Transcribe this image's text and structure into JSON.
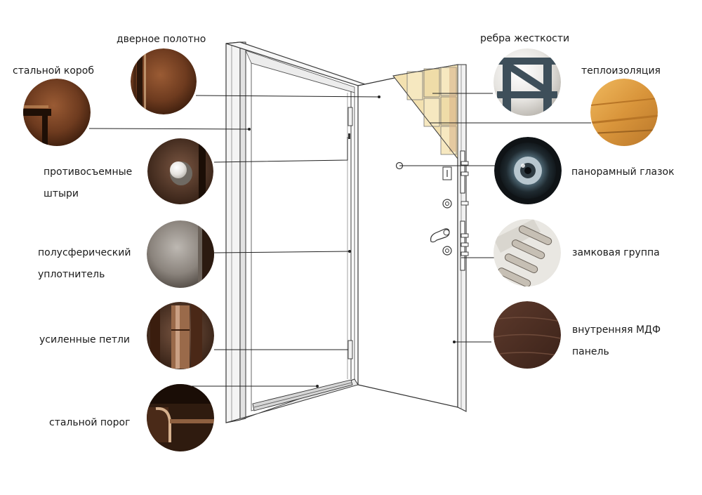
{
  "diagram": {
    "labels": {
      "door_leaf": "дверное полотно",
      "steel_frame": "стальной короб",
      "anti_removal_pins_1": "противосъемные",
      "anti_removal_pins_2": "штыри",
      "semi_spherical_seal_1": "полусферический",
      "semi_spherical_seal_2": "уплотнитель",
      "reinforced_hinges": "усиленные петли",
      "steel_threshold": "стальной порог",
      "stiffening_ribs": "ребра жесткости",
      "thermal_insulation": "теплоизоляция",
      "panoramic_peephole": "панорамный глазок",
      "lock_group": "замковая группа",
      "inner_mdf_panel_1": "внутренняя МДФ",
      "inner_mdf_panel_2": "панель"
    }
  }
}
